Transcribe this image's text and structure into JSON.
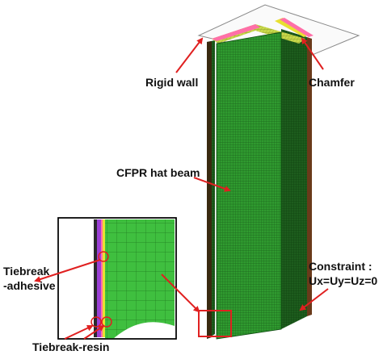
{
  "figure": {
    "labels": {
      "rigid_wall": "Rigid wall",
      "chamfer": "Chamfer",
      "beam": "CFPR hat beam",
      "constraint_line1": "Constraint :",
      "constraint_line2": "Ux=Uy=Uz=0",
      "tiebreak_adhesive_line1": "Tiebreak",
      "tiebreak_adhesive_line2": "-adhesive",
      "tiebreak_resin": "Tiebreak-resin"
    },
    "colors": {
      "mesh_green": "#2f9a2f",
      "mesh_dark": "#0d4a10",
      "arrow_red": "#e02020",
      "chamfer_pink": "#ff6fa8",
      "adhesive_purple": "#9b3fd6",
      "resin_yellow": "#e8e030",
      "wall_grey": "#8a8a8a"
    }
  }
}
